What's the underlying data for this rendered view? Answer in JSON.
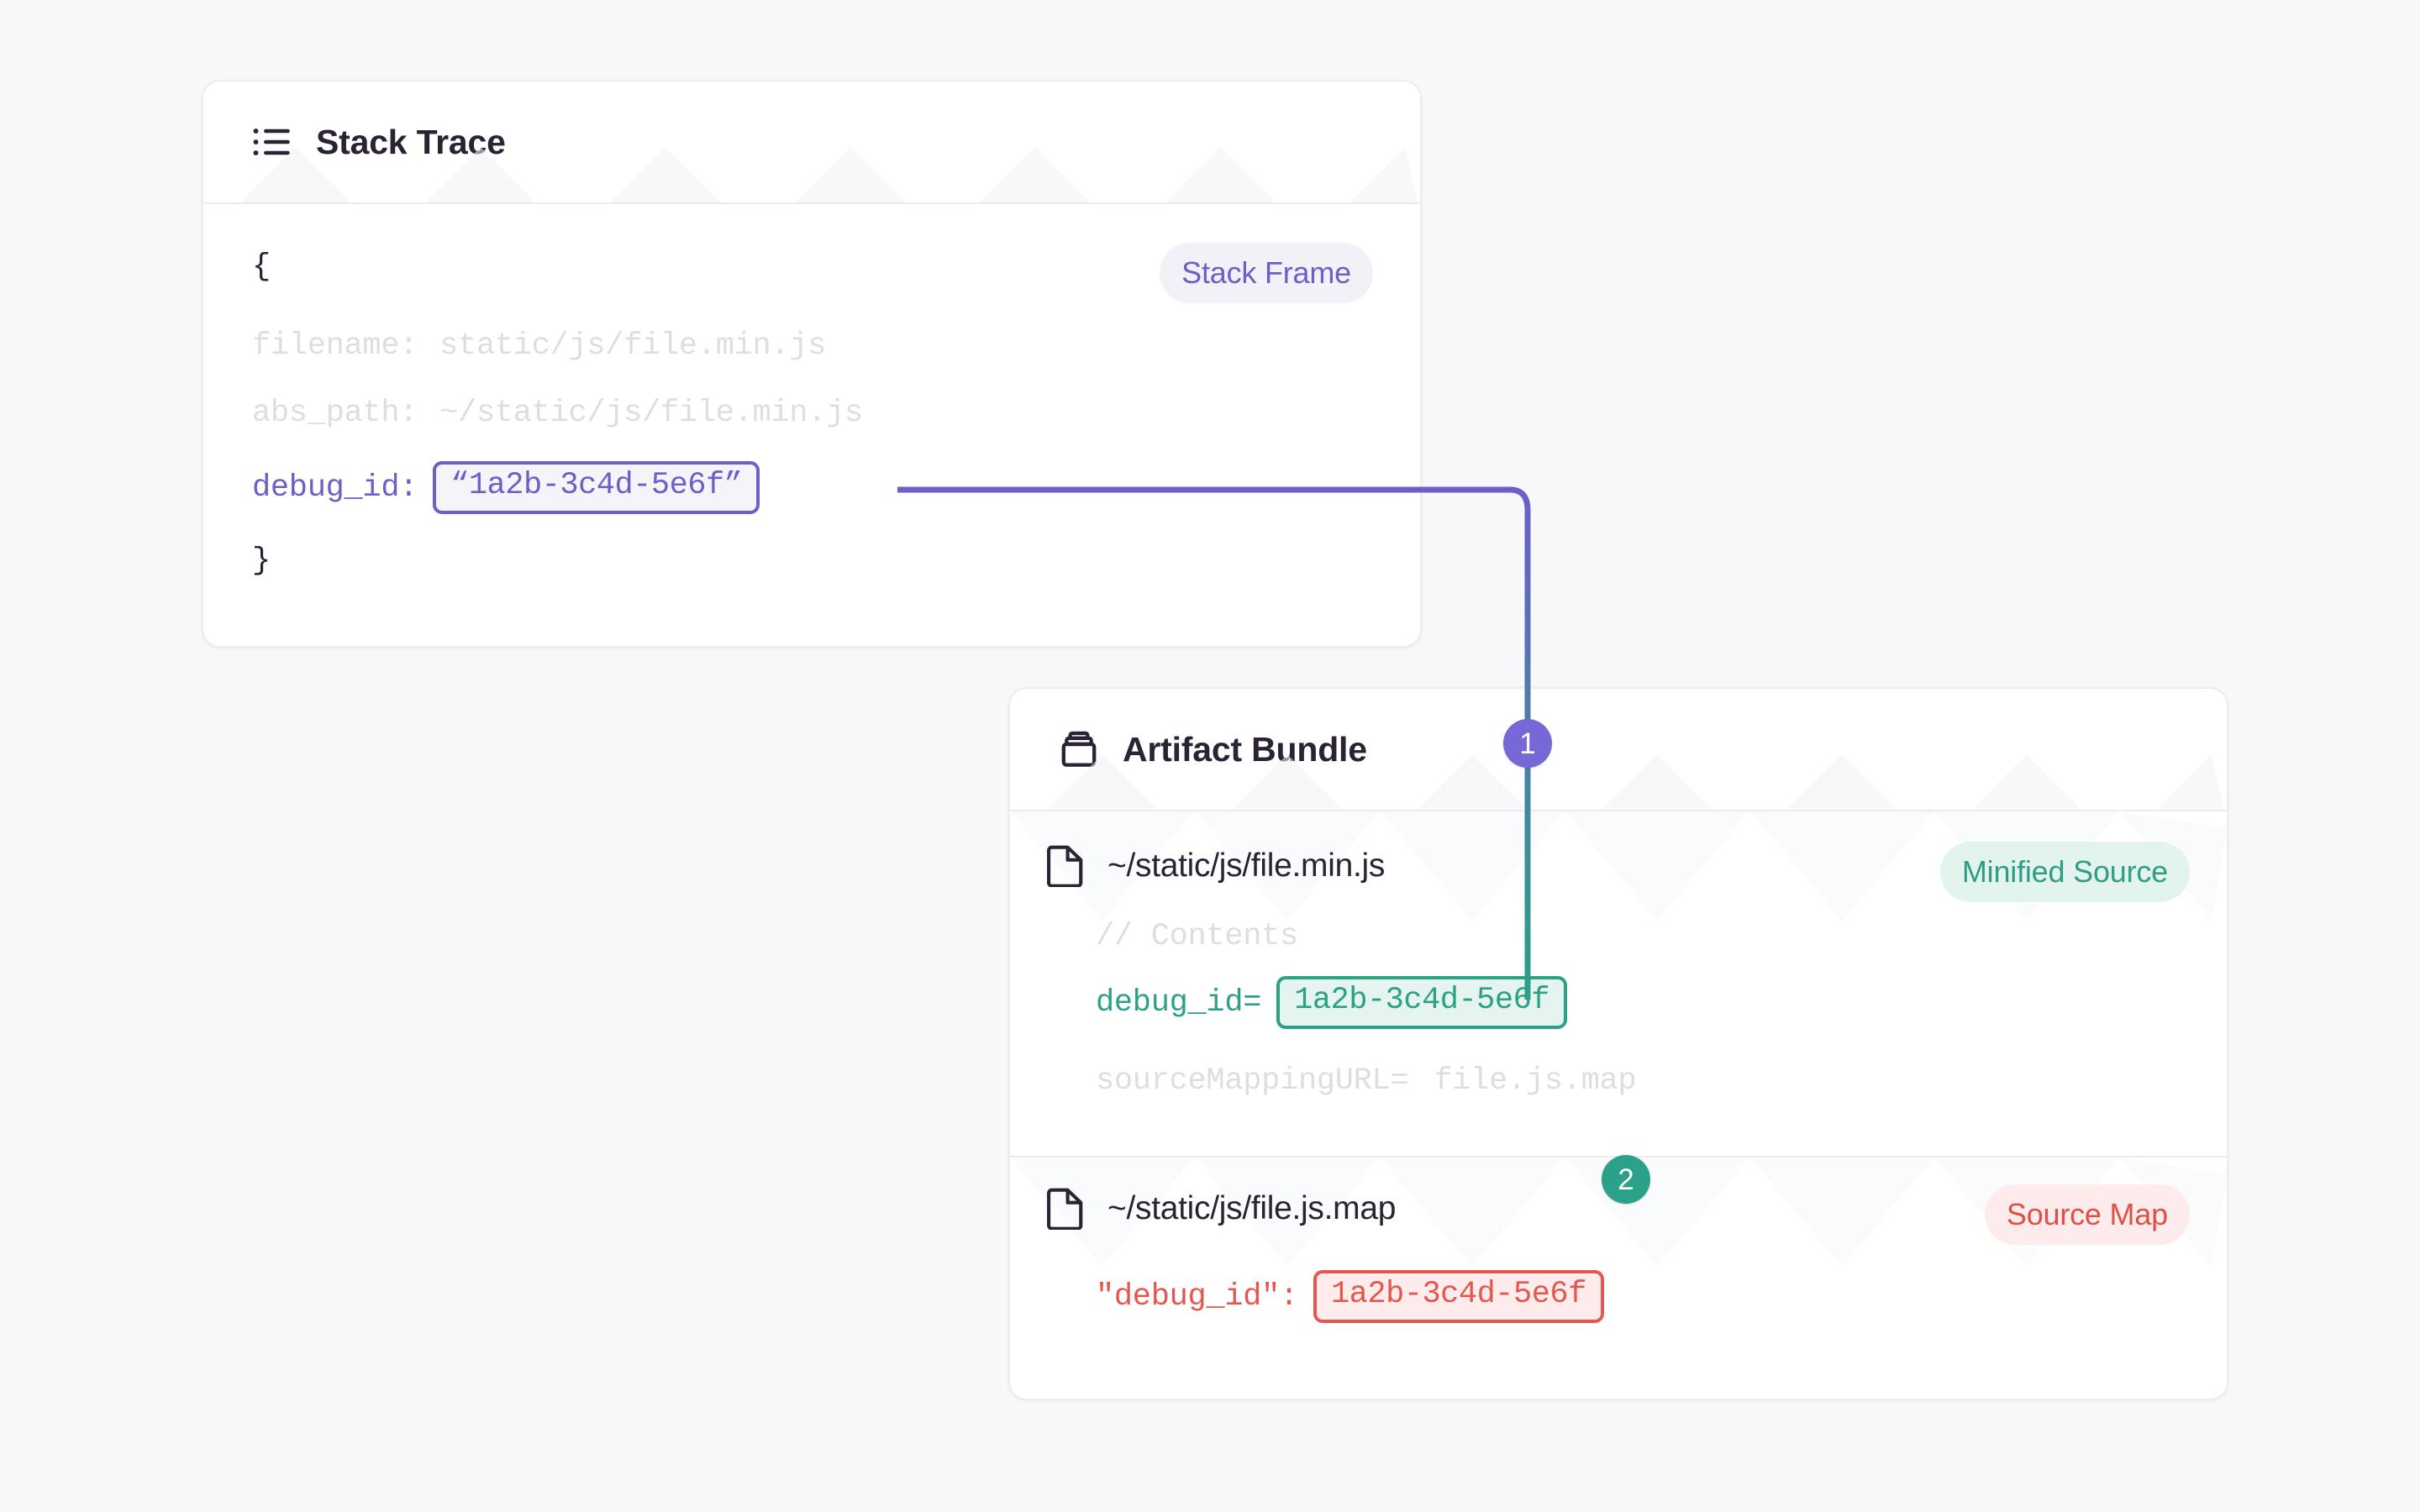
{
  "canvas": {
    "background_color": "#f7f8fa",
    "accent_purple": "#6c5fc7",
    "accent_green": "#2ba185",
    "accent_red": "#e4574f",
    "muted_text_color": "#dedee2"
  },
  "stack_trace_card": {
    "icon": "list-icon",
    "title": "Stack Trace",
    "tag": {
      "label": "Stack Frame",
      "text_color": "#6c5fc7",
      "background_color": "#f1f1f8"
    },
    "code": {
      "brace_open": "{",
      "brace_close": "}",
      "lines": [
        {
          "key": "filename:",
          "value": "static/js/file.min.js"
        },
        {
          "key": "abs_path:",
          "value": "~/static/js/file.min.js"
        }
      ],
      "debug_id": {
        "key": "debug_id:",
        "value": "“1a2b-3c4d-5e6f”"
      }
    }
  },
  "artifact_bundle_card": {
    "icon": "box-icon",
    "title": "Artifact Bundle",
    "minified_source": {
      "file_icon": "file-icon",
      "file_name": "~/static/js/file.min.js",
      "tag": {
        "label": "Minified Source",
        "text_color": "#2e9e85",
        "background_color": "#e3f3ee"
      },
      "comment": "// Contents",
      "debug_id": {
        "key": "debug_id=",
        "value": "1a2b-3c4d-5e6f"
      },
      "source_mapping": {
        "key": "sourceMappingURL=",
        "value": "file.js.map"
      }
    },
    "source_map": {
      "file_icon": "file-icon",
      "file_name": "~/static/js/file.js.map",
      "tag": {
        "label": "Source Map",
        "text_color": "#e0504a",
        "background_color": "#fdeceb"
      },
      "debug_id": {
        "key": "\"debug_id\":",
        "value": "1a2b-3c4d-5e6f"
      }
    }
  },
  "connectors": [
    {
      "name": "stack-frame-to-minified-source",
      "badge_label": "1",
      "badge_color": "#7668d6",
      "from_color": "#6c5fc7",
      "to_color": "#2ba185"
    },
    {
      "name": "minified-source-to-source-map",
      "badge_label": "2",
      "badge_color": "#2ba189",
      "from_color": "#2ba185",
      "to_color": "#e4574f"
    }
  ]
}
